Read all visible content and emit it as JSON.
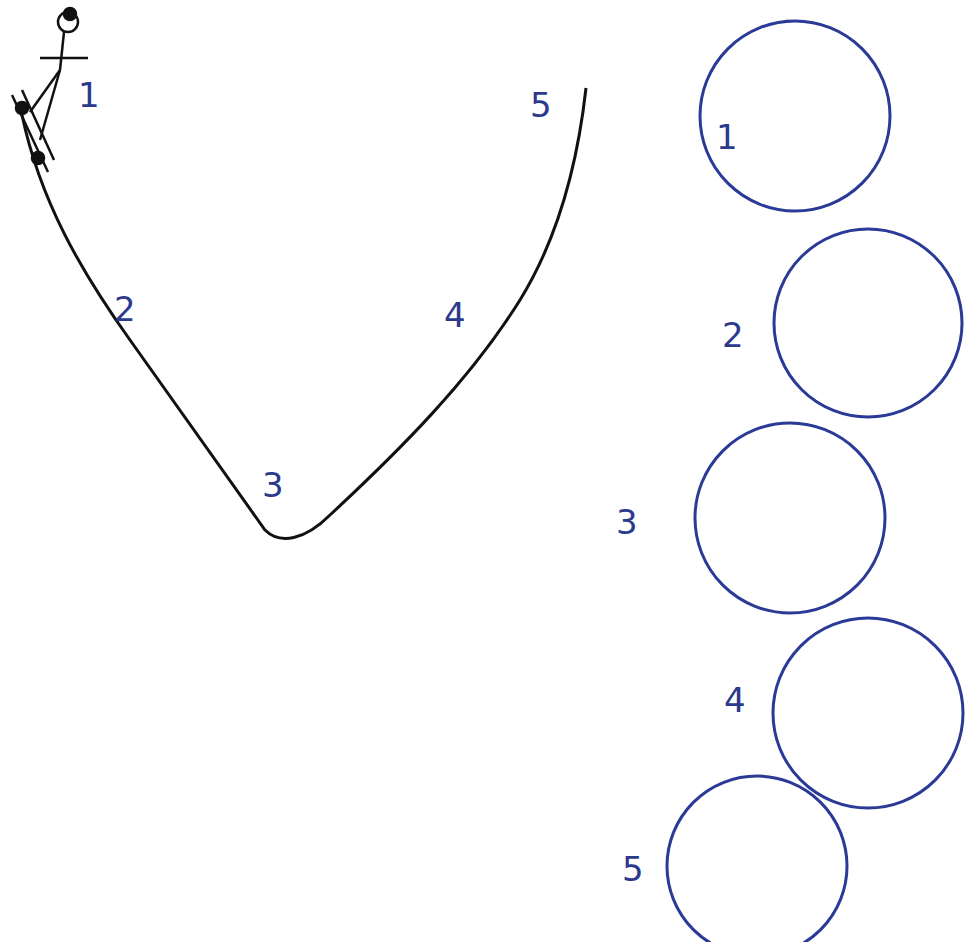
{
  "diagram": {
    "nodes": [
      {
        "text": [
          "1"
        ]
      },
      {
        "text": [
          "2"
        ]
      },
      {
        "text": [
          "3"
        ]
      },
      {
        "text": [
          "4"
        ]
      },
      {
        "text": [
          "5"
        ]
      }
    ],
    "labels": [
      "1",
      "2",
      "3",
      "4",
      "5"
    ]
  }
}
